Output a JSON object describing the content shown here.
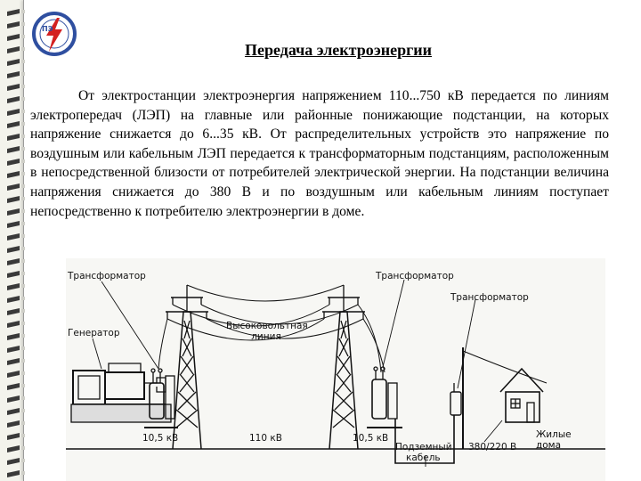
{
  "slide": {
    "title": "Передача электроэнергии",
    "body": "От электростанции электроэнергия напряжением 110...750 кВ передается по линиям электропередач (ЛЭП) на главные или районные понижающие подстанции, на которых напряжение снижается до 6...35 кВ. От распределительных устройств это напряжение по воздушным или кабельным ЛЭП передается к трансформаторным подстанциям, расположенным в непосредственной близости от потребителей электрической энергии. На подстанции величина напряжения снижается до 380 В и по воздушным или кабельным линиям поступает непосредственно к потребителю электроэнергии в доме."
  },
  "logo": {
    "icon": "power-engineering-logo",
    "text": "ПЭ",
    "colors": {
      "ring": "#2f4fa0",
      "bolt": "#d42020"
    }
  },
  "diagram": {
    "labels": {
      "transformer_left": "Трансформатор",
      "transformer_mid": "Трансформатор",
      "transformer_right": "Трансформатор",
      "generator": "Генератор",
      "hv_line_1": "Высоковольтная",
      "hv_line_2": "линия",
      "v_10_5_left": "10,5 кВ",
      "v_110": "110 кВ",
      "v_10_5_right": "10,5 кВ",
      "cable_1": "Подземный",
      "cable_2": "кабель",
      "v_380_220": "380/220 В",
      "houses_1": "Жилые",
      "houses_2": "дома"
    }
  }
}
